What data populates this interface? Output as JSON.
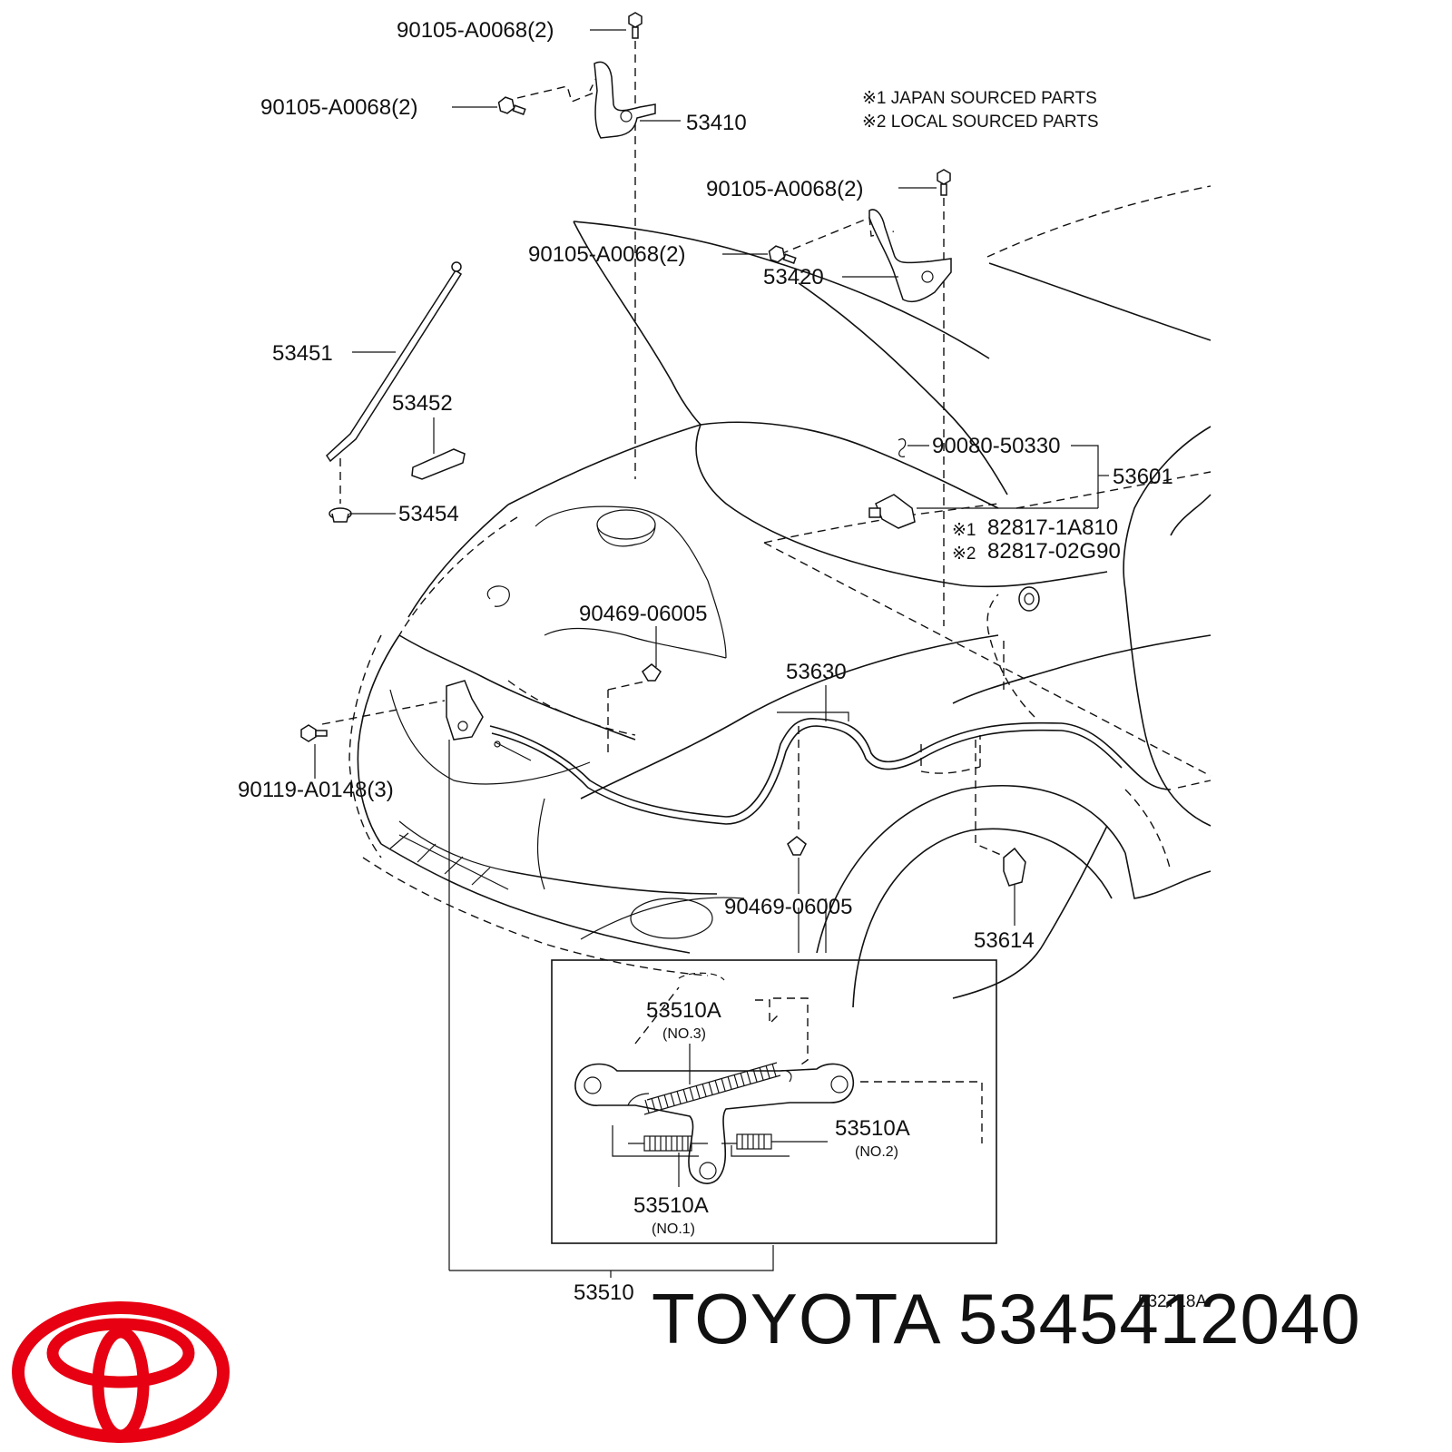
{
  "notes": {
    "note1": "※1 JAPAN SOURCED PARTS",
    "note2": "※2 LOCAL SOURCED PARTS"
  },
  "parts": {
    "bolt_top": "90105-A0068(2)",
    "bolt_left": "90105-A0068(2)",
    "hinge_left": "53410",
    "bolt_right_top": "90105-A0068(2)",
    "bolt_right_side": "90105-A0068(2)",
    "hinge_right": "53420",
    "support_rod": "53451",
    "rod_holder": "53452",
    "rod_grommet": "53454",
    "clip_90080": "90080-50330",
    "lever_assy": "53601",
    "grommet_1": "82817-1A810",
    "grommet_2": "82817-02G90",
    "grommet_1_mark": "※1",
    "grommet_2_mark": "※2",
    "clamp_upper": "90469-06005",
    "cable": "53630",
    "lock_bolt": "90119-A0148(3)",
    "clamp_lower": "90469-06005",
    "lever_handle": "53614",
    "spring_no3": "53510A",
    "spring_no3_sub": "(NO.3)",
    "spring_no2": "53510A",
    "spring_no2_sub": "(NO.2)",
    "spring_no1": "53510A",
    "spring_no1_sub": "(NO.1)",
    "hood_lock": "53510",
    "drawing_code": "532718A"
  },
  "brand": {
    "text": "TOYOTA 5345412040",
    "logo_color": "#e60012"
  },
  "icons": [
    "toyota-logo-icon"
  ]
}
